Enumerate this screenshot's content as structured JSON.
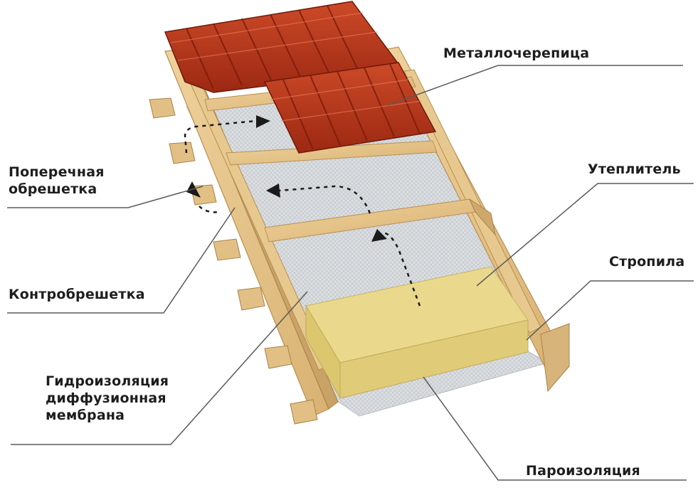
{
  "labels": {
    "metal_tile": "Металлочерепица",
    "cross_batten": [
      "Поперечная",
      "обрешетка"
    ],
    "insulation": "Утеплитель",
    "rafters": "Стропила",
    "counter_batten": "Контробрешетка",
    "waterproofing": [
      "Гидроизоляция",
      "диффузионная",
      "мембрана"
    ],
    "vapor_barrier": "Пароизоляция"
  },
  "colors": {
    "tile": "#b8341c",
    "tile_dark": "#7e1d0c",
    "tile_light": "#d85a38",
    "wood": "#e3c189",
    "wood_dark": "#b88f52",
    "insulation": "#e9d686",
    "membrane": "#d6d9dc",
    "leader": "#5a5a5a",
    "arrow": "#1a1a1a"
  }
}
